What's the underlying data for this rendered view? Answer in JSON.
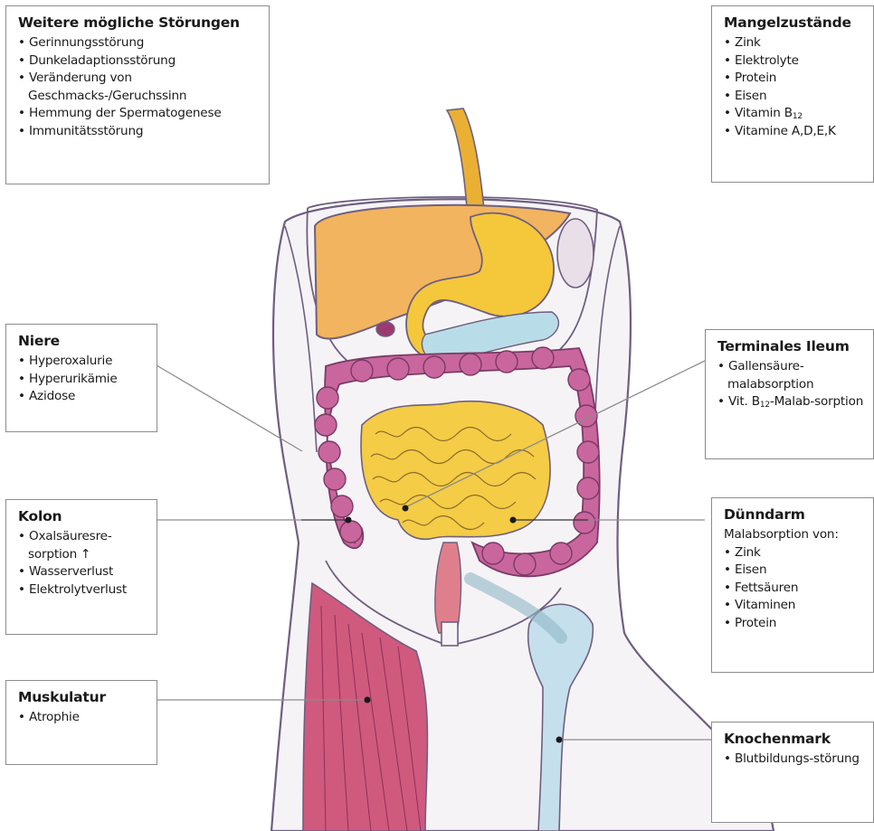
{
  "colors": {
    "frame_border": "#8c8c8c",
    "leader_line": "#8c8c8c",
    "body_outline": "#6e5f80",
    "body_fill": "#f6f3f6",
    "liver": "#f2b45e",
    "gallbladder": "#e0b948",
    "stomach": "#f5c73a",
    "esophagus": "#eab033",
    "pancreas": "#b9dde8",
    "colon": "#c9669d",
    "small_intestine": "#f4cc45",
    "muscle": "#cf5a7e",
    "bone": "#c5e0ec"
  },
  "boxes": [
    {
      "id": "weitere",
      "title": "Weitere mögliche Störungen",
      "items": [
        [
          {
            "t": "Gerinnungsstörung"
          }
        ],
        [
          {
            "t": "Dunkeladaptionsstörung"
          }
        ],
        [
          {
            "t": "Veränderung von Geschmacks-/Geruchssinn"
          }
        ],
        [
          {
            "t": "Hemmung der Spermatogenese"
          }
        ],
        [
          {
            "t": "Immunitätsstörung"
          }
        ]
      ]
    },
    {
      "id": "mangel",
      "title": "Mangelzustände",
      "items": [
        [
          {
            "t": "Zink"
          }
        ],
        [
          {
            "t": "Elektrolyte"
          }
        ],
        [
          {
            "t": "Protein"
          }
        ],
        [
          {
            "t": "Eisen"
          }
        ],
        [
          {
            "t": "Vitamin B"
          },
          {
            "t": "12",
            "sub": true
          }
        ],
        [
          {
            "t": "Vitamine A,D,E,K"
          }
        ]
      ]
    },
    {
      "id": "niere",
      "title": "Niere",
      "items": [
        [
          {
            "t": "Hyperoxalurie"
          }
        ],
        [
          {
            "t": "Hyperurikämie"
          }
        ],
        [
          {
            "t": "Azidose"
          }
        ]
      ]
    },
    {
      "id": "ileum",
      "title": "Terminales Ileum",
      "items": [
        [
          {
            "t": "Gallensäure-malabsorption"
          }
        ],
        [
          {
            "t": "Vit. B"
          },
          {
            "t": "12",
            "sub": true
          },
          {
            "t": "-Malab-sorption"
          }
        ]
      ]
    },
    {
      "id": "kolon",
      "title": "Kolon",
      "items": [
        [
          {
            "t": "Oxalsäuresre-sorption ↑"
          }
        ],
        [
          {
            "t": "Wasserverlust"
          }
        ],
        [
          {
            "t": "Elektrolytverlust"
          }
        ]
      ]
    },
    {
      "id": "duenndarm",
      "title": "Dünndarm",
      "lead": "Malabsorption von:",
      "items": [
        [
          {
            "t": "Zink"
          }
        ],
        [
          {
            "t": "Eisen"
          }
        ],
        [
          {
            "t": "Fettsäuren"
          }
        ],
        [
          {
            "t": "Vitaminen"
          }
        ],
        [
          {
            "t": "Protein"
          }
        ]
      ]
    },
    {
      "id": "muskulatur",
      "title": "Muskulatur",
      "items": [
        [
          {
            "t": "Atrophie"
          }
        ]
      ]
    },
    {
      "id": "knochenmark",
      "title": "Knochenmark",
      "items": [
        [
          {
            "t": "Blutbildungs-störung"
          }
        ]
      ]
    }
  ]
}
